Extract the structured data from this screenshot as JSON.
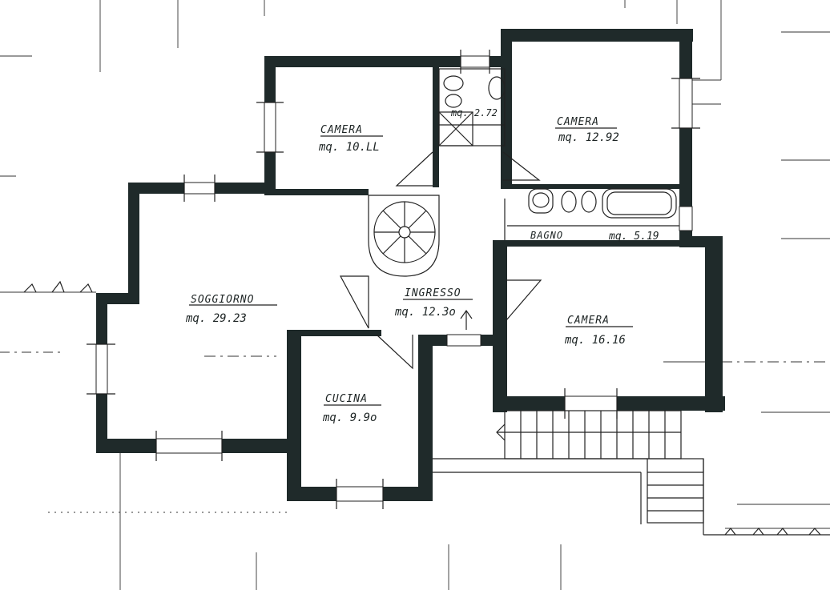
{
  "rooms": {
    "camera_nw": {
      "name": "CAMERA",
      "area": "mq. 10.LL"
    },
    "bagno_small": {
      "area": "mq. 2.72"
    },
    "camera_ne": {
      "name": "CAMERA",
      "area": "mq. 12.92"
    },
    "bagno": {
      "name": "BAGNO",
      "area": "mq. 5.19"
    },
    "soggiorno": {
      "name": "SOGGIORNO",
      "area": "mq. 29.23"
    },
    "ingresso": {
      "name": "INGRESSO",
      "area": "mq. 12.3o"
    },
    "camera_e": {
      "name": "CAMERA",
      "area": "mq. 16.16"
    },
    "cucina": {
      "name": "CUCINA",
      "area": "mq. 9.9o"
    }
  },
  "colors": {
    "wall": "#1f2a2a",
    "paper": "#ffffff",
    "ink": "#1d2424"
  }
}
